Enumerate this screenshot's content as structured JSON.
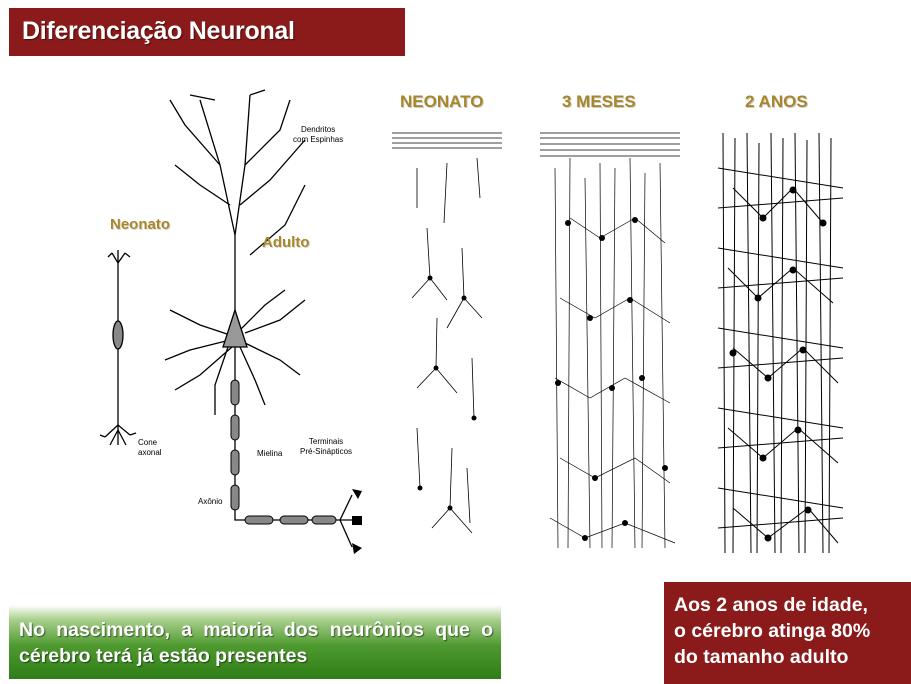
{
  "title": "Diferenciação Neuronal",
  "diagram": {
    "neonato": "Neonato",
    "adulto": "Adulto",
    "dendritos": [
      "Dendritos",
      "com Espinhas"
    ],
    "cone": [
      "Cone",
      "axonal"
    ],
    "mielina": "Mielina",
    "axonio": "Axônio",
    "terminais": [
      "Terminais",
      "Pré-Sinápticos"
    ]
  },
  "stages": [
    "NEONATO",
    "3 MESES",
    "2 ANOS"
  ],
  "notes": {
    "left": "No nascimento, a maioria dos neurônios que o cérebro terá já estão presentes",
    "right": [
      "Aos 2 anos de idade,",
      "o cérebro atinga 80%",
      "do tamanho adulto"
    ]
  },
  "colors": {
    "title_bg": "#8b1a1a",
    "label_gold": "#a8862a",
    "note_green": "#3c8a22"
  }
}
